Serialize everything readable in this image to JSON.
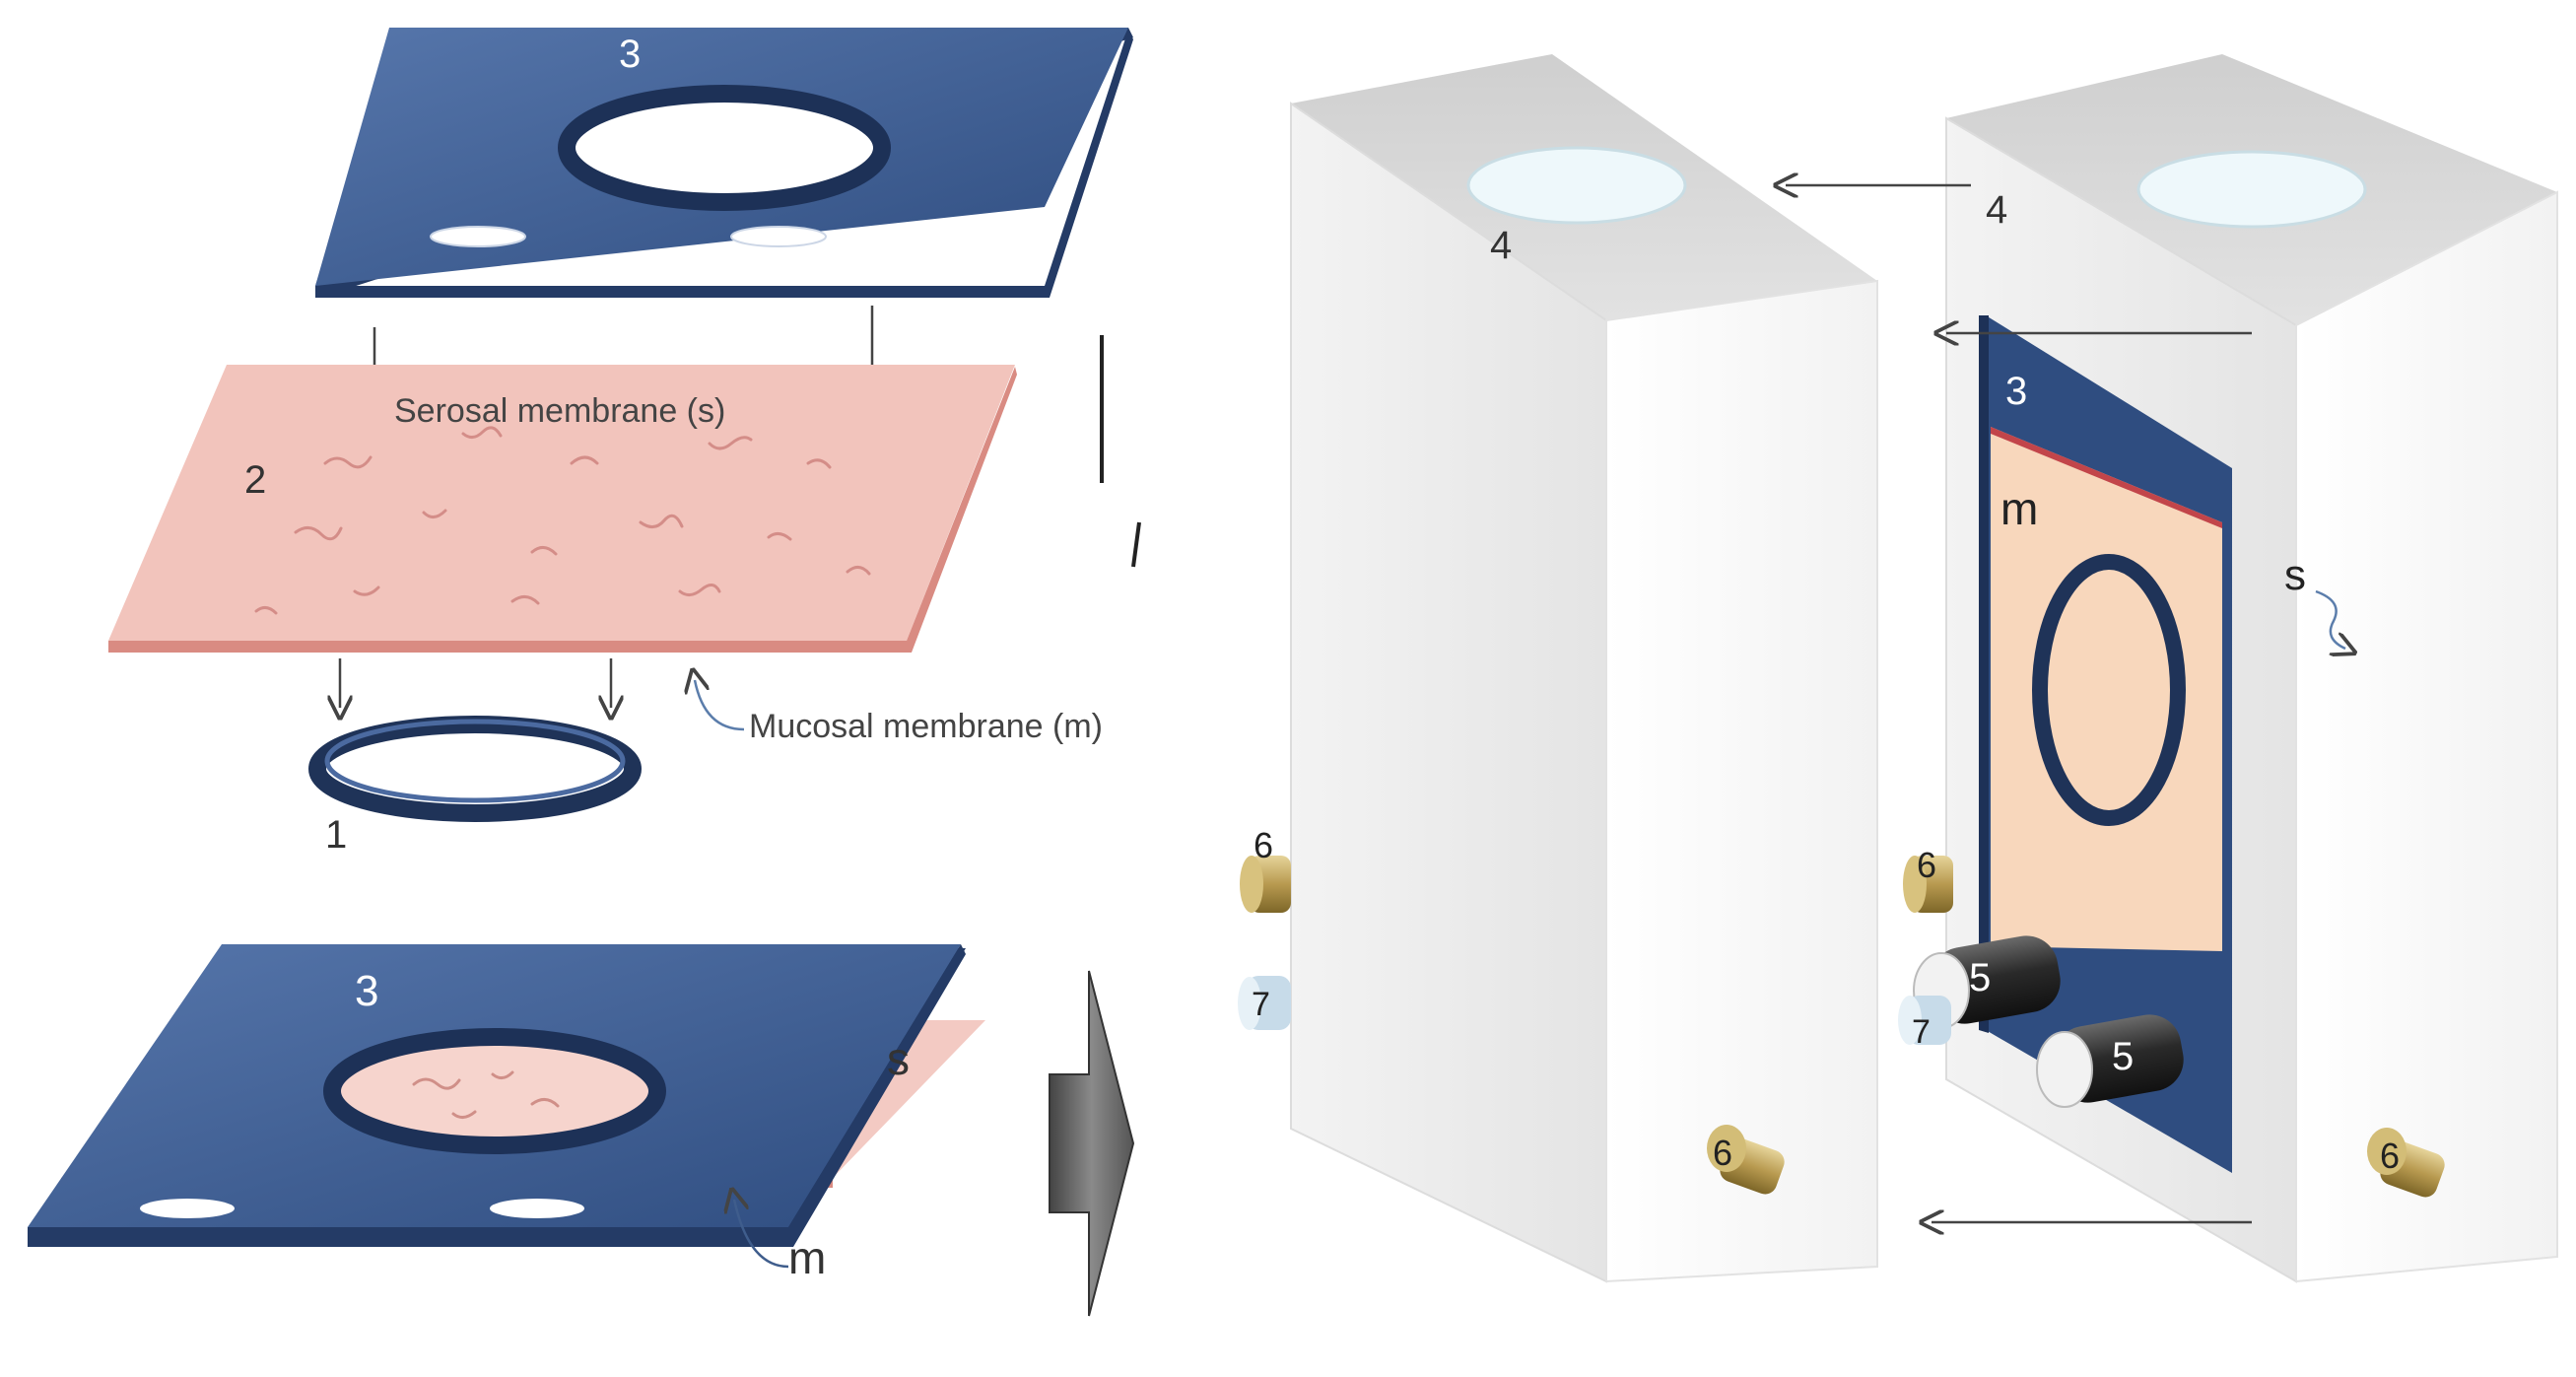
{
  "labels": {
    "plate_top": "3",
    "membrane_num": "2",
    "ring_num": "1",
    "serosal": "Serosal membrane (s)",
    "mucosal": "Mucosal membrane (m)",
    "plate_bottom": "3",
    "s_bottom": "s",
    "m_bottom": "m",
    "block_left_4": "4",
    "block_right_4": "4",
    "panel_3": "3",
    "panel_m": "m",
    "panel_s": "s",
    "tube_5a": "5",
    "tube_5b": "5",
    "port_6_left_top": "6",
    "port_6_right_top": "6",
    "port_6_left_bottom": "6",
    "port_6_right_bottom": "6",
    "port_7_left": "7",
    "port_7_right": "7"
  },
  "colors": {
    "plate_blue": "#3d5d93",
    "plate_edge": "#243b66",
    "membrane_pink": "#f2c4bc",
    "membrane_edge": "#d98b82",
    "block_face": "#eeeeee",
    "block_top": "#d9d9d9",
    "brass": "#b79a52",
    "tissue_panel": "#f8d7bc",
    "arrow_grey": "#555555"
  }
}
